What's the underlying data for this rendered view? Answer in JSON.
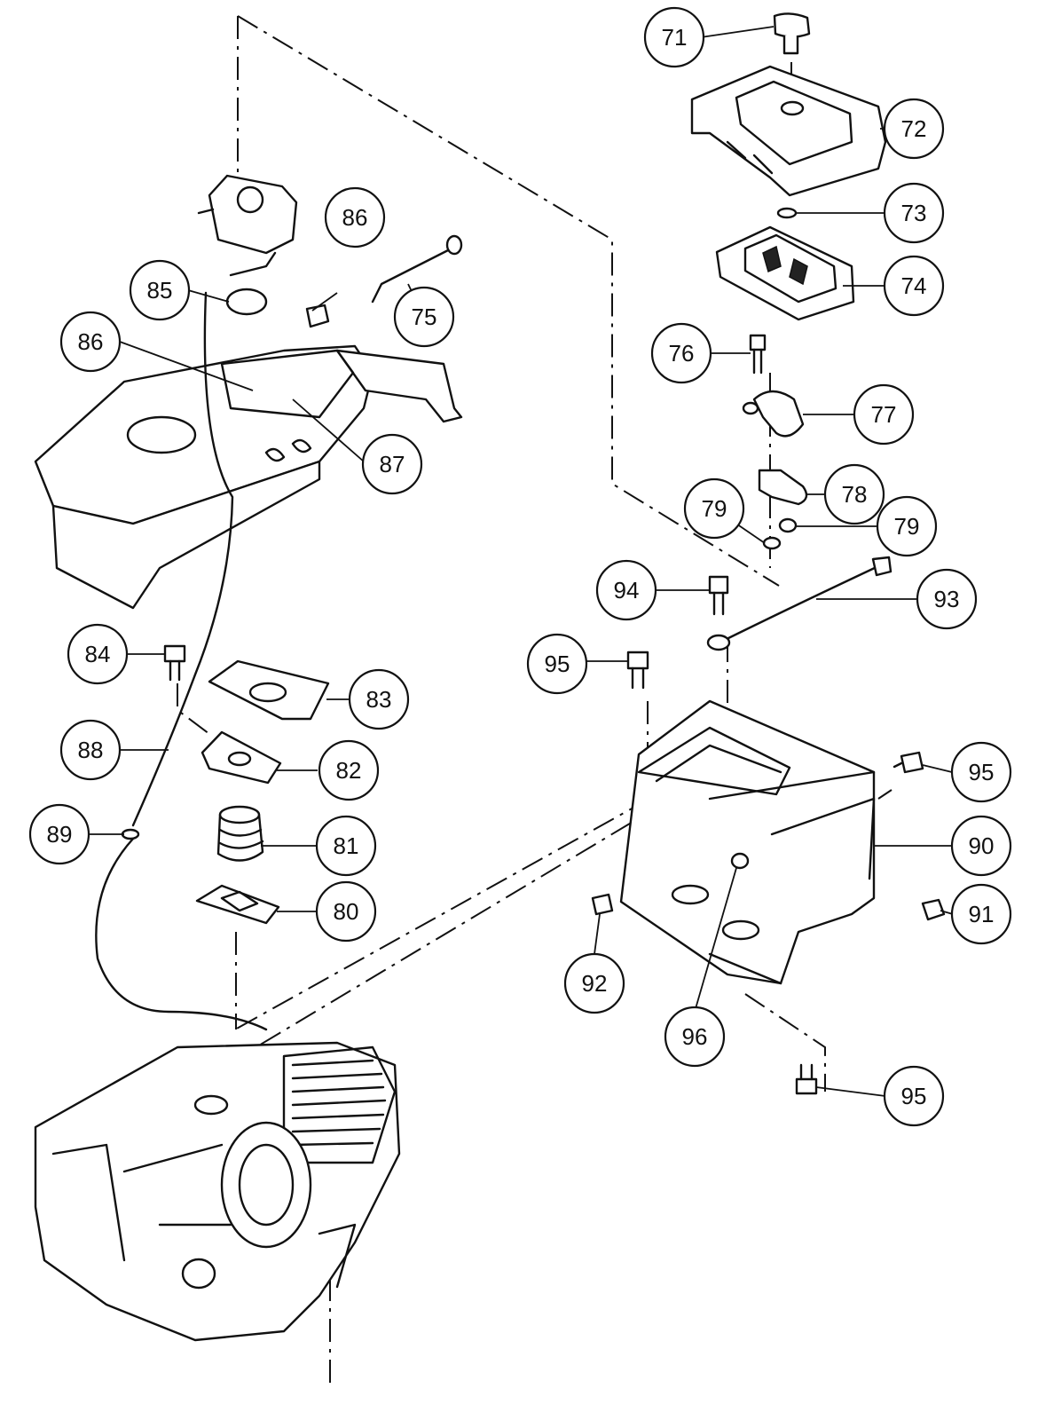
{
  "callouts": [
    {
      "id": "c71",
      "label": "71"
    },
    {
      "id": "c72",
      "label": "72"
    },
    {
      "id": "c73",
      "label": "73"
    },
    {
      "id": "c74",
      "label": "74"
    },
    {
      "id": "c75",
      "label": "75"
    },
    {
      "id": "c76",
      "label": "76"
    },
    {
      "id": "c77",
      "label": "77"
    },
    {
      "id": "c78",
      "label": "78"
    },
    {
      "id": "c79a",
      "label": "79"
    },
    {
      "id": "c79b",
      "label": "79"
    },
    {
      "id": "c80",
      "label": "80"
    },
    {
      "id": "c81",
      "label": "81"
    },
    {
      "id": "c82",
      "label": "82"
    },
    {
      "id": "c83",
      "label": "83"
    },
    {
      "id": "c84",
      "label": "84"
    },
    {
      "id": "c85",
      "label": "85"
    },
    {
      "id": "c86a",
      "label": "86"
    },
    {
      "id": "c86b",
      "label": "86"
    },
    {
      "id": "c87",
      "label": "87"
    },
    {
      "id": "c88",
      "label": "88"
    },
    {
      "id": "c89",
      "label": "89"
    },
    {
      "id": "c90",
      "label": "90"
    },
    {
      "id": "c91",
      "label": "91"
    },
    {
      "id": "c92",
      "label": "92"
    },
    {
      "id": "c93",
      "label": "93"
    },
    {
      "id": "c94",
      "label": "94"
    },
    {
      "id": "c95a",
      "label": "95"
    },
    {
      "id": "c95b",
      "label": "95"
    },
    {
      "id": "c95c",
      "label": "95"
    },
    {
      "id": "c96",
      "label": "96"
    }
  ]
}
